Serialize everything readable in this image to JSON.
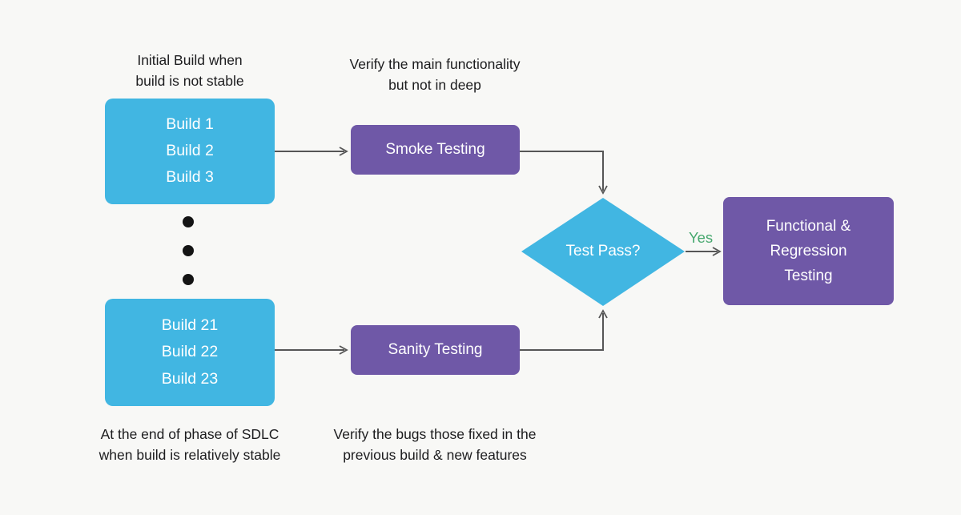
{
  "colors": {
    "blue": "#41B6E2",
    "purple": "#6F58A7",
    "arrow": "#565656",
    "text": "#1C1C1E",
    "green": "#47A86F",
    "bg": "#F8F8F6"
  },
  "captions": {
    "initial_build": {
      "line1": "Initial Build when",
      "line2": "build is not stable"
    },
    "verify_main": {
      "line1": "Verify the main functionality",
      "line2": "but not in deep"
    },
    "sdlc_end": {
      "line1": "At the end of phase of SDLC",
      "line2": "when build is relatively stable"
    },
    "verify_bugs": {
      "line1": "Verify the bugs those fixed in the",
      "line2": "previous build & new features"
    }
  },
  "nodes": {
    "builds_initial": {
      "lines": [
        "Build 1",
        "Build 2",
        "Build 3"
      ]
    },
    "builds_later": {
      "lines": [
        "Build 21",
        "Build 22",
        "Build 23"
      ]
    },
    "smoke": {
      "label": "Smoke Testing"
    },
    "sanity": {
      "label": "Sanity Testing"
    },
    "decision": {
      "label": "Test Pass?"
    },
    "functional": {
      "line1": "Functional &",
      "line2": "Regression",
      "line3": "Testing"
    }
  },
  "edges": {
    "yes_label": "Yes"
  }
}
